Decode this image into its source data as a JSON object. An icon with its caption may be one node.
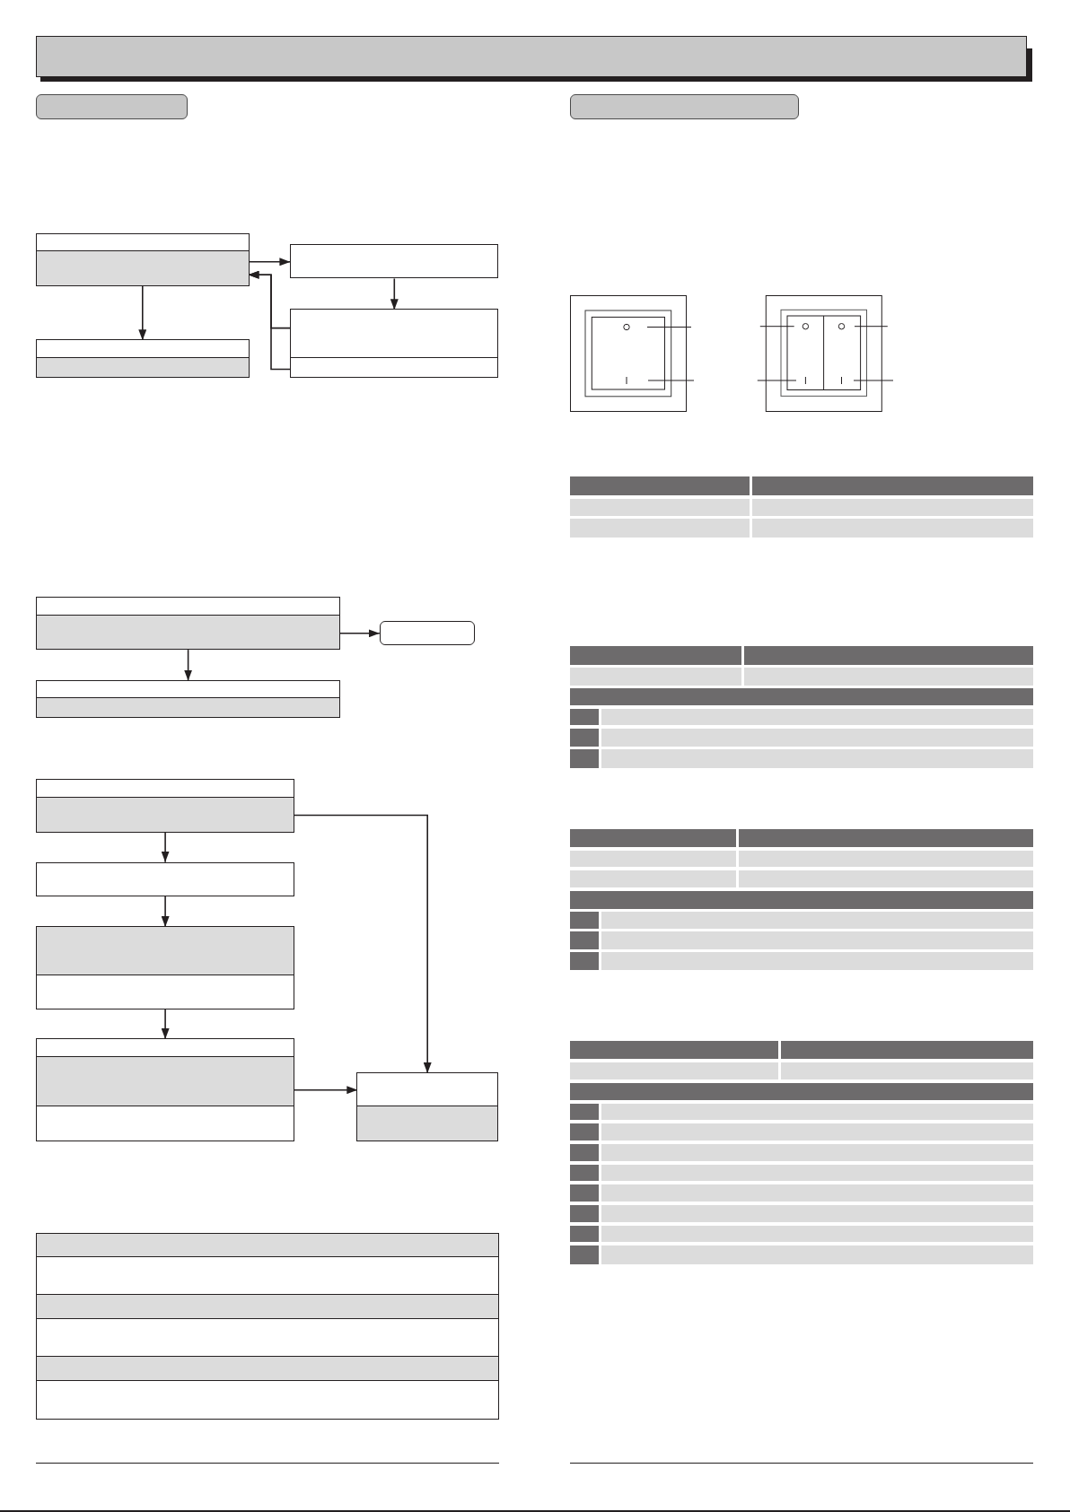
{
  "diagram": {
    "nodes": [
      {
        "text": [],
        "shape": "box"
      },
      {
        "text": [],
        "shape": "box"
      },
      {
        "text": [],
        "shape": "box",
        "in": 1
      },
      {
        "text": [],
        "shape": "box",
        "in": 1
      },
      {
        "text": [],
        "shape": "box"
      },
      {
        "text": [],
        "shape": "box"
      },
      {
        "text": [],
        "shape": "box",
        "in": 5
      },
      {
        "text": [],
        "shape": "box",
        "in": 5
      },
      {
        "text": [],
        "shape": "box"
      },
      {
        "text": [],
        "shape": "box",
        "in": 8
      },
      {
        "text": [],
        "shape": "box",
        "in": 8
      },
      {
        "text": [],
        "shape": "box"
      },
      {
        "text": [],
        "shape": "box",
        "in": 11
      },
      {
        "text": [],
        "shape": "box",
        "in": 11
      },
      {
        "text": [],
        "shape": "box"
      },
      {
        "text": [],
        "shape": "box"
      },
      {
        "text": [],
        "shape": "box",
        "in": 15
      },
      {
        "text": [],
        "shape": "box",
        "in": 15
      },
      {
        "text": [],
        "shape": "box"
      },
      {
        "text": [],
        "shape": "box",
        "in": 18
      },
      {
        "text": [],
        "shape": "box",
        "in": 18
      },
      {
        "text": [],
        "shape": "box"
      },
      {
        "text": [],
        "shape": "box"
      },
      {
        "text": [],
        "shape": "box",
        "in": 22
      },
      {
        "text": [],
        "shape": "box",
        "in": 22
      },
      {
        "text": [],
        "shape": "box"
      },
      {
        "text": [],
        "shape": "box",
        "in": 25
      },
      {
        "text": [],
        "shape": "box",
        "in": 25
      },
      {
        "text": [],
        "shape": "box",
        "in": 25
      },
      {
        "text": [],
        "shape": "box"
      },
      {
        "text": [],
        "shape": "box",
        "in": 29
      },
      {
        "text": [],
        "shape": "box",
        "in": 29
      },
      {
        "text": [],
        "shape": "box"
      }
    ],
    "edges": [
      {
        "from": 3,
        "to": 4,
        "arrow": "to"
      },
      {
        "from": 4,
        "to": 6,
        "arrow": "to"
      },
      {
        "from": 6,
        "to": 3,
        "arrow": "to"
      },
      {
        "from": 7,
        "to": 3,
        "arrow": "to"
      },
      {
        "from": 3,
        "to": 9,
        "arrow": "to"
      },
      {
        "from": 13,
        "to": 14,
        "arrow": "to"
      },
      {
        "from": 13,
        "to": 16,
        "arrow": "to"
      },
      {
        "from": 20,
        "to": 21,
        "arrow": "to"
      },
      {
        "from": 21,
        "to": 23,
        "arrow": "to"
      },
      {
        "from": 24,
        "to": 26,
        "arrow": "to"
      },
      {
        "from": 27,
        "to": 30,
        "arrow": "to"
      },
      {
        "from": 20,
        "to": 30,
        "arrow": "to"
      }
    ]
  }
}
